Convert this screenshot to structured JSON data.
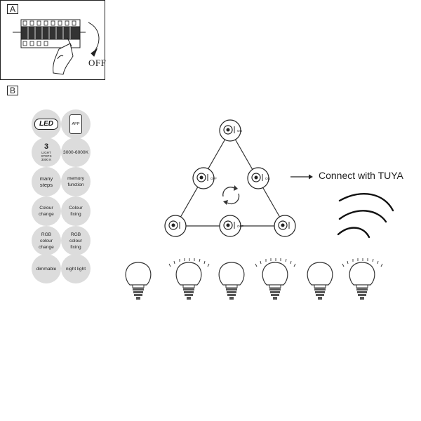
{
  "panel_a": {
    "tag": "A",
    "off_label": "OFF"
  },
  "panel_b": {
    "tag": "B"
  },
  "badges": {
    "led": "LED",
    "app": "APP",
    "three_steps": {
      "number": "3",
      "line1": "LIGHT",
      "line2": "STEPS",
      "line3": "3000 K"
    },
    "cct": "3000-6000K",
    "many_steps": "many steps",
    "memory_function": "memory function",
    "colour_change": "Colour change",
    "colour_fixing": "Colour fixing",
    "rgb_colour_change": "RGB colour change",
    "rgb_colour_fixing": "RGB colour fixing",
    "dimmable": "dimmable",
    "night_light": "night light"
  },
  "connect": {
    "label": "Connect with TUYA"
  },
  "switch_labels": {
    "on": "ON",
    "off": "OFF"
  },
  "colors": {
    "line": "#222222",
    "badge_fill": "#dcdcdc",
    "background": "#ffffff"
  }
}
